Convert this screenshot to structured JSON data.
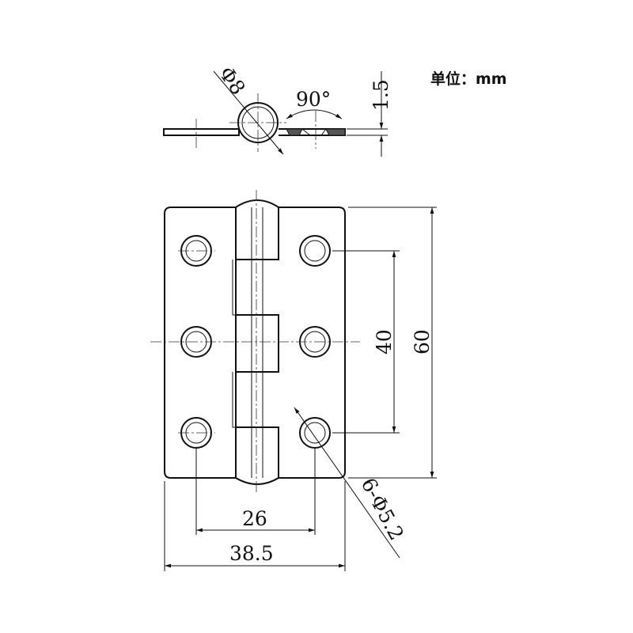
{
  "unit_label": "单位：mm",
  "dimensions": {
    "pin_diameter": "Φ8",
    "countersink_angle": "90°",
    "thickness": "1.5",
    "hole_spacing": "40",
    "height": "60",
    "hole_pitch": "26",
    "width": "38.5",
    "holes": "6-Φ5.2"
  },
  "colors": {
    "line": "#111111",
    "hatch": "#555555",
    "background": "#ffffff"
  }
}
